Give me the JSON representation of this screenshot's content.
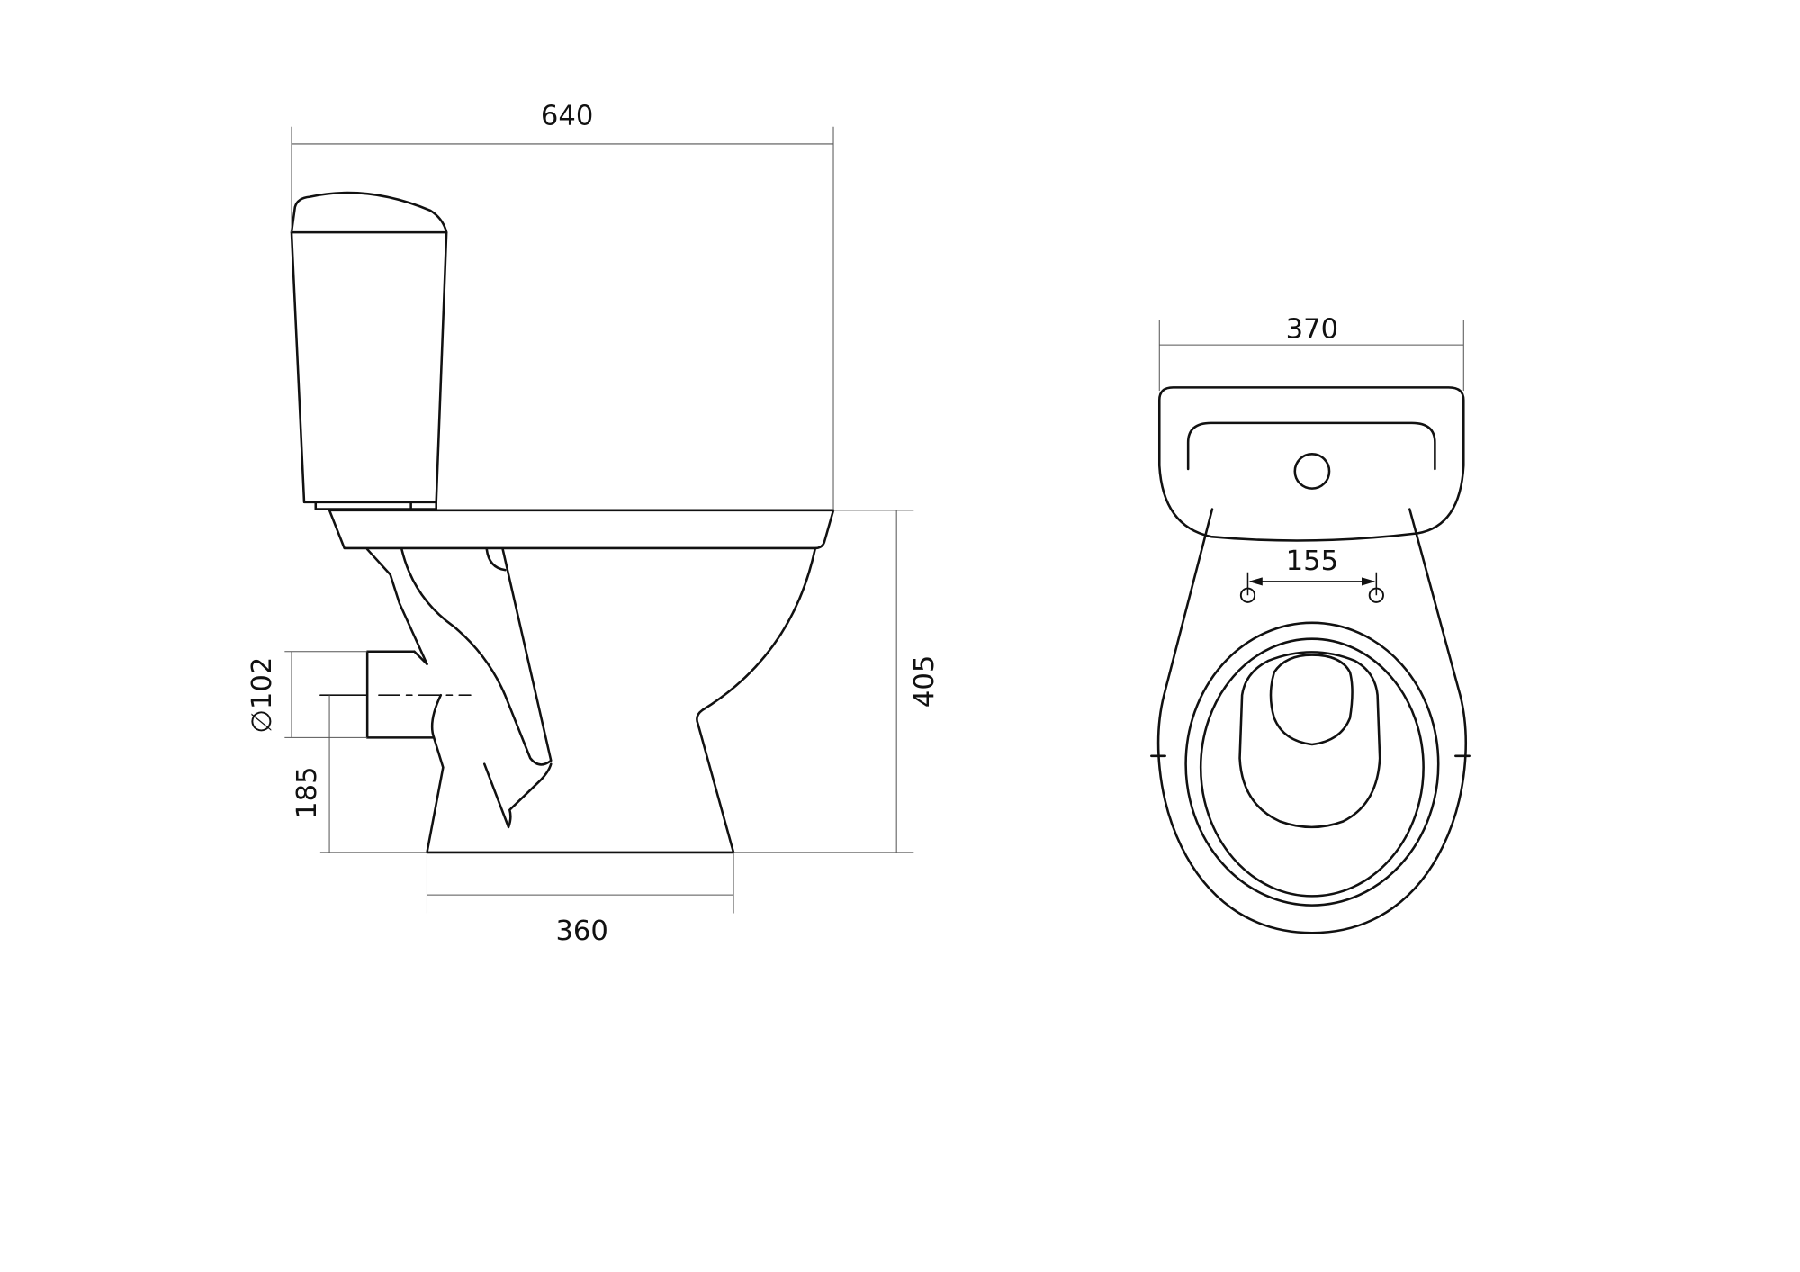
{
  "side_view": {
    "overall_length": "640",
    "base_width": "360",
    "height": "405",
    "outlet_diameter": "∅102",
    "outlet_height": "185"
  },
  "top_view": {
    "overall_width": "370",
    "seat_hole_spacing": "155"
  },
  "colors": {
    "line": "#111111",
    "dimension": "#555555",
    "background": "#ffffff"
  }
}
